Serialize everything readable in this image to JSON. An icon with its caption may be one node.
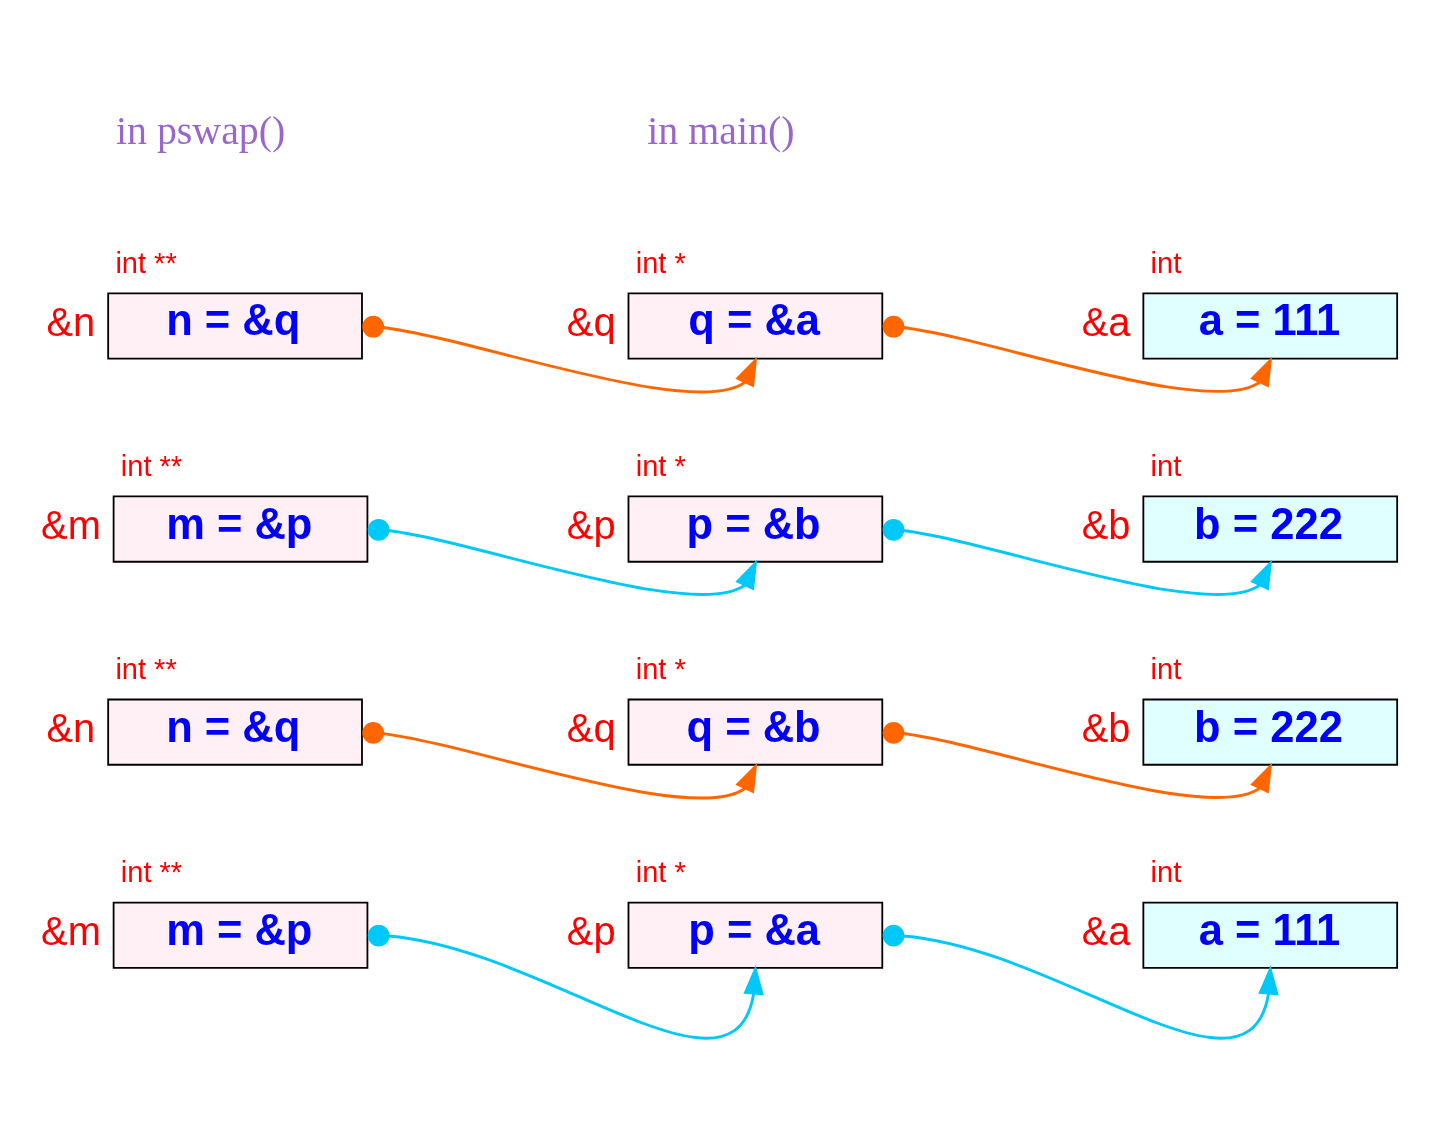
{
  "diagram": {
    "nodes": [
      {
        "text": [
          "m = &p"
        ],
        "beside": [
          "int **",
          "&m"
        ]
      },
      {
        "text": [
          "p = &a"
        ],
        "beside": [
          "int *",
          "&p"
        ]
      },
      {
        "text": [
          "a = 111"
        ],
        "beside": [
          "int",
          "&a"
        ]
      },
      {
        "text": [
          "n = &q"
        ],
        "beside": [
          "int **",
          "&n"
        ]
      },
      {
        "text": [
          "q = &b"
        ],
        "beside": [
          "int *",
          "&q"
        ]
      },
      {
        "text": [
          "b = 222"
        ],
        "beside": [
          "int",
          "&b"
        ]
      },
      {
        "text": [
          "m = &p"
        ],
        "beside": [
          "int **",
          "&m"
        ]
      },
      {
        "text": [
          "p = &b"
        ],
        "beside": [
          "int *",
          "&p"
        ]
      },
      {
        "text": [
          "a = 111"
        ],
        "beside": [
          "int",
          "&a"
        ]
      },
      {
        "text": [
          "n = &q"
        ],
        "beside": [
          "int **",
          "&n"
        ]
      },
      {
        "text": [
          "q = &a"
        ],
        "beside": [
          "int *",
          "&q"
        ]
      },
      {
        "text": [
          "b = 222"
        ],
        "beside": [
          "int",
          "&b"
        ]
      }
    ],
    "edges": [
      {
        "from": 0,
        "to": 1,
        "arrow": "to",
        "color": "#00c8f8"
      },
      {
        "from": 1,
        "to": 2,
        "arrow": "to",
        "color": "#00c8f8"
      },
      {
        "from": 3,
        "to": 4,
        "arrow": "to",
        "color": "#ff6600"
      },
      {
        "from": 4,
        "to": 5,
        "arrow": "to",
        "color": "#ff6600"
      },
      {
        "from": 6,
        "to": 7,
        "arrow": "to",
        "color": "#00c8f8"
      },
      {
        "from": 7,
        "to": 11,
        "arrow": "to",
        "color": "#00c8f8"
      },
      {
        "from": 9,
        "to": 10,
        "arrow": "to",
        "color": "#ff6600"
      },
      {
        "from": 10,
        "to": 8,
        "arrow": "to",
        "color": "#ff6600"
      }
    ],
    "labels": [
      "in pswap()",
      "in main()"
    ]
  }
}
